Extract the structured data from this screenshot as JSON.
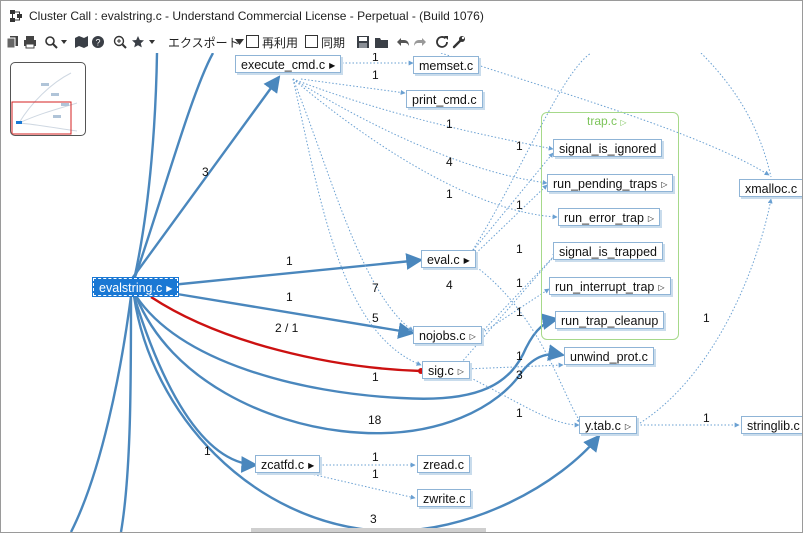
{
  "window": {
    "title": "Cluster Call : evalstring.c - Understand Commercial License - Perpetual - (Build 1076)"
  },
  "toolbar": {
    "export_label": "エクスポート",
    "reuse_label": "再利用",
    "sync_label": "同期",
    "reuse_checked": false,
    "sync_checked": false
  },
  "graph": {
    "cluster_title": "trap.c",
    "nodes": {
      "evalstring": "evalstring.c",
      "execute_cmd": "execute_cmd.c",
      "memset": "memset.c",
      "print_cmd": "print_cmd.c",
      "eval": "eval.c",
      "nojobs": "nojobs.c",
      "sig": "sig.c",
      "zcatfd": "zcatfd.c",
      "zread": "zread.c",
      "zwrite": "zwrite.c",
      "signal_is_ignored": "signal_is_ignored",
      "run_pending_traps": "run_pending_traps",
      "run_error_trap": "run_error_trap",
      "signal_is_trapped": "signal_is_trapped",
      "run_interrupt_trap": "run_interrupt_trap",
      "run_trap_cleanup": "run_trap_cleanup",
      "unwind_prot": "unwind_prot.c",
      "y_tab": "y.tab.c",
      "xmalloc": "xmalloc.c",
      "stringlib": "stringlib.c"
    },
    "edge_labels": {
      "l_exec_memset": "1",
      "l_exec_print": "1",
      "l_3": "3",
      "l_exec_a": "1",
      "l_exec_b": "4",
      "l_exec_c": "1",
      "l_eval_trap1": "1",
      "l_eval_trap2": "1",
      "l_eval_trap3": "1",
      "l_eval_trap4": "1",
      "l_eval_trap5": "1",
      "l_ev_eval": "1",
      "l_ev_nojobs": "1",
      "l_ev_sig": "2 / 1",
      "l_7": "7",
      "l_4": "4",
      "l_5": "5",
      "l_ev_1b": "1",
      "l_18": "18",
      "l_sig_unwind": "1",
      "l_3b": "3",
      "l_sig_ytab": "1",
      "l_xmalloc": "1",
      "l_ytab_string": "1",
      "l_zcat_in": "1",
      "l_zread": "1",
      "l_zwrite": "1",
      "l_3c": "3"
    }
  }
}
